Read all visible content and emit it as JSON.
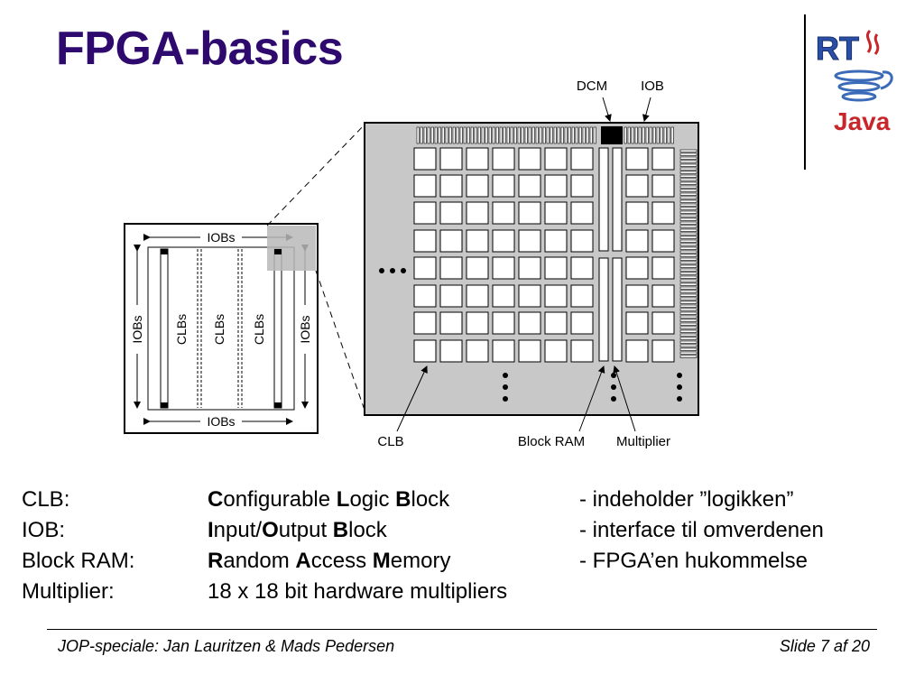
{
  "slide": {
    "title": "FPGA-basics",
    "footer_left": "JOP-speciale: Jan Lauritzen & Mads Pedersen",
    "footer_right": "Slide 7 af 20"
  },
  "logo": {
    "text_top": "RT",
    "text_bottom": "Java",
    "colors": {
      "rt_blue": "#2a4fa8",
      "java_red": "#c8262a",
      "java_blue": "#3a6ab8"
    }
  },
  "diagram": {
    "labels": {
      "iobs_top": "IOBs",
      "iobs_bottom": "IOBs",
      "iobs_left": "IOBs",
      "iobs_right": "IOBs",
      "clbs_1": "CLBs",
      "clbs_2": "CLBs",
      "clbs_3": "CLBs",
      "dcm": "DCM",
      "iob": "IOB",
      "clb": "CLB",
      "block_ram": "Block RAM",
      "multiplier": "Multiplier"
    }
  },
  "definitions": [
    {
      "term": "CLB:",
      "parts": [
        {
          "b": "C",
          "t": "onfigurable "
        },
        {
          "b": "L",
          "t": "ogic "
        },
        {
          "b": "B",
          "t": "lock"
        }
      ],
      "note": "- indeholder ”logikken”"
    },
    {
      "term": "IOB:",
      "parts": [
        {
          "b": "I",
          "t": "nput/"
        },
        {
          "b": "O",
          "t": "utput "
        },
        {
          "b": "B",
          "t": "lock"
        }
      ],
      "note": "- interface til omverdenen"
    },
    {
      "term": "Block RAM:",
      "parts": [
        {
          "b": "R",
          "t": "andom "
        },
        {
          "b": "A",
          "t": "ccess "
        },
        {
          "b": "M",
          "t": "emory"
        }
      ],
      "note": "- FPGA’en hukommelse"
    },
    {
      "term": "Multiplier:",
      "parts": [
        {
          "b": "",
          "t": "18 x 18 bit hardware multipliers"
        }
      ],
      "note": ""
    }
  ]
}
